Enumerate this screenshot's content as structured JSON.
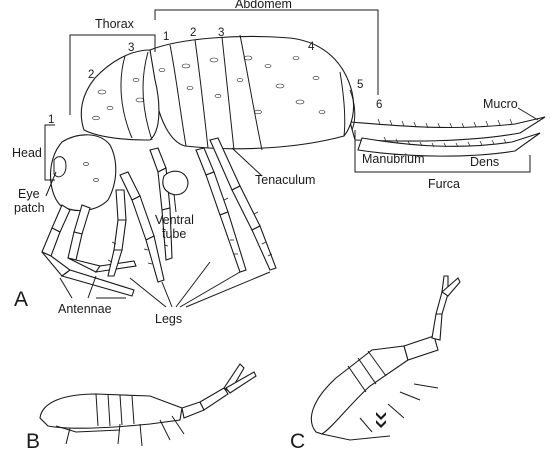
{
  "labels": {
    "thorax": "Thorax",
    "abdomen": "Abdomem",
    "head": "Head",
    "eye_patch_1": "Eye",
    "eye_patch_2": "patch",
    "ventral_tube_1": "Ventral",
    "ventral_tube_2": "tube",
    "tenaculum": "Tenaculum",
    "antennae": "Antennae",
    "legs": "Legs",
    "manubrium": "Manubrium",
    "dens": "Dens",
    "mucro": "Mucro",
    "furca": "Furca"
  },
  "thorax_segments": [
    "1",
    "2",
    "3"
  ],
  "abdomen_segments": [
    "1",
    "2",
    "3",
    "4",
    "5",
    "6"
  ],
  "head_segment": "1",
  "panels": {
    "a": "A",
    "b": "B",
    "c": "C"
  }
}
